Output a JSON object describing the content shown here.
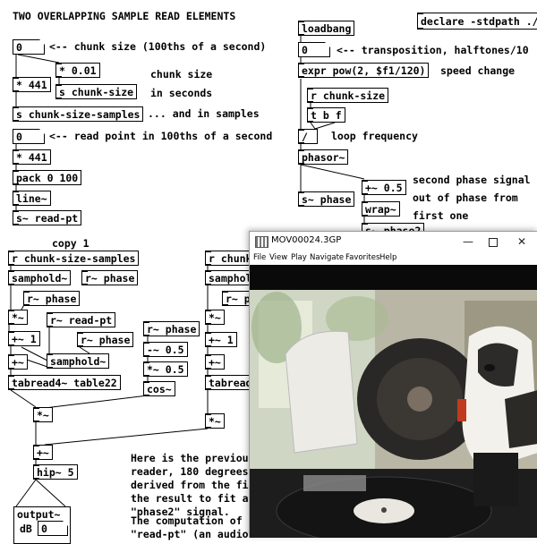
{
  "patch": {
    "title": "TWO OVERLAPPING SAMPLE READ ELEMENTS",
    "declare": "declare -stdpath ./",
    "loadbang": "loadbang",
    "transp_num": "0",
    "transp_comment": "<-- transposition, halftones/10",
    "expr": "expr pow(2, $f1/120)",
    "speed_comment": "speed change",
    "r_chunk_size": "r chunk-size",
    "tbf": "t b f",
    "divide": "/",
    "loop_comment": "loop frequency",
    "phasor": "phasor~",
    "s_phase": "s~ phase",
    "plus_half": "+~ 0.5",
    "wrap": "wrap~",
    "s_phase2": "s~ phase2",
    "second_phase_comment": "second phase signal\nout of phase from\nfirst one",
    "chunk_num": "0",
    "chunk_comment": "<-- chunk size (100ths of a second)",
    "times_001": "* 0.01",
    "chunk_size_comment": "chunk size\nin seconds",
    "times_441": "* 441",
    "s_chunk_size": "s chunk-size",
    "s_chunk_samples": "s chunk-size-samples",
    "samples_comment": "... and in samples",
    "read_num": "0",
    "read_comment": "<-- read point in 100ths of a second",
    "times_441b": "* 441",
    "pack": "pack 0 100",
    "line": "line~",
    "s_read_pt": "s~ read-pt",
    "copy1": "copy 1",
    "r_chunk_samples": "r chunk-size-samples",
    "samphold1": "samphold~",
    "r_phase_a": "r~ phase",
    "r_phase_b": "r~ phase",
    "times_sig": "*~",
    "r_read_pt": "r~ read-pt",
    "plus_1": "+~ 1",
    "r_phase_c": "r~ phase",
    "plus_sig": "+~",
    "samphold2": "samphold~",
    "tabread": "tabread4~ table22",
    "r_phase_d": "r~ phase",
    "minus_half": "-~ 0.5",
    "times_half": "*~ 0.5",
    "cos": "cos~",
    "times_sig2": "*~",
    "r_chunk_cut": "r chunk-",
    "samphold_r": "samphold~",
    "r_ph_cut": "r~ ph",
    "times_sig_r": "*~",
    "plus_1_r": "+~ 1",
    "plus_sig_r": "+~",
    "tabread_r": "tabread4",
    "times_sig_r2": "*~",
    "sum": "+~",
    "hip": "hip~ 5",
    "output": "output~",
    "db_label": "dB",
    "db_value": "0",
    "para1": "Here is the previous\nreader, 180 degrees o\nderived from the firs\nthe result to fit aga\n\"phase2\" signal.",
    "para2": "The computation of \"c\n\"read-pt\" (an audio s"
  },
  "player": {
    "title": "MOV00024.3GP",
    "menus": [
      "File",
      "View",
      "Play",
      "Navigate",
      "Favorites",
      "Help"
    ]
  },
  "colors": {
    "background": "#ffffff",
    "ink": "#000000",
    "video_bg": "#000000"
  }
}
